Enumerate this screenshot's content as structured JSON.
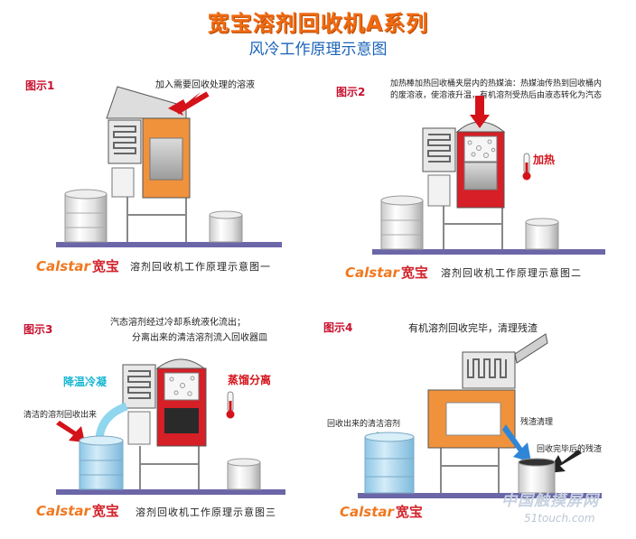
{
  "header": {
    "title": "宽宝溶剂回收机A系列",
    "subtitle": "风冷工作原理示意图"
  },
  "brand": {
    "latin": "Calstar",
    "chinese": "宽宝"
  },
  "panels": [
    {
      "label": "图示1",
      "note": "加入需要回收处理的溶液",
      "caption": "溶剂回收机工作原理示意图一"
    },
    {
      "label": "图示2",
      "note": "加热棒加热回收桶夹层内的热媒油：热媒油传热到回收桶内的废溶液，使溶液升温，有机溶剂受热后由液态转化为汽态",
      "tag": "加热",
      "caption": "溶剂回收机工作原理示意图二"
    },
    {
      "label": "图示3",
      "note_line1": "汽态溶剂经过冷却系统液化流出；",
      "note_line2": "分离出来的清洁溶剂流入回收器皿",
      "tag_cool": "降温冷凝",
      "tag_distill": "蒸馏分离",
      "side_note": "清洁的溶剂回收出来",
      "caption": "溶剂回收机工作原理示意图三"
    },
    {
      "label": "图示4",
      "note": "有机溶剂回收完毕，清理残渣",
      "left_note": "回收出来的清洁溶剂",
      "right_note1": "残渣清理",
      "right_note2": "回收完毕后的残渣"
    }
  ],
  "watermark": {
    "text": "中国触摸屏网",
    "url": "51touch.com"
  },
  "colors": {
    "title": "#f06a12",
    "subtitle": "#1a63b8",
    "tank_orange": "#f0923c",
    "tank_red": "#d61f26",
    "clean_blue": "#a9d6ee",
    "floor": "#6b66a8"
  }
}
